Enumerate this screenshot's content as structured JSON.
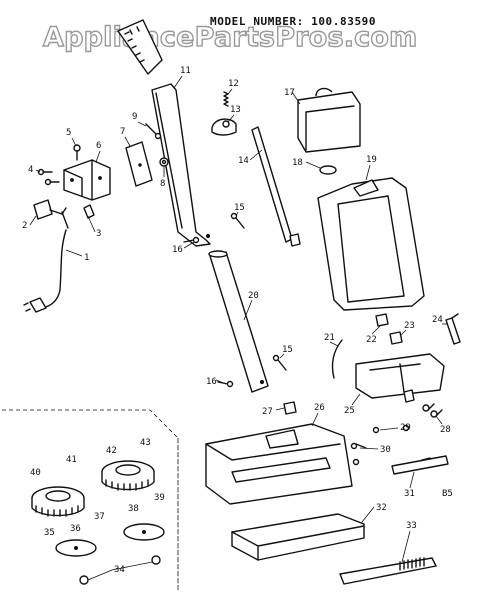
{
  "watermark": "AppliancePartsPros.com",
  "model_label": "MODEL NUMBER: 100.83590",
  "diagram_code": "B5",
  "parts": [
    {
      "id": "1"
    },
    {
      "id": "2"
    },
    {
      "id": "3"
    },
    {
      "id": "4"
    },
    {
      "id": "5"
    },
    {
      "id": "6"
    },
    {
      "id": "7"
    },
    {
      "id": "8"
    },
    {
      "id": "9"
    },
    {
      "id": "11"
    },
    {
      "id": "12"
    },
    {
      "id": "13"
    },
    {
      "id": "14"
    },
    {
      "id": "15"
    },
    {
      "id": "16"
    },
    {
      "id": "17"
    },
    {
      "id": "18"
    },
    {
      "id": "19"
    },
    {
      "id": "20"
    },
    {
      "id": "21"
    },
    {
      "id": "22"
    },
    {
      "id": "23"
    },
    {
      "id": "24"
    },
    {
      "id": "25"
    },
    {
      "id": "26"
    },
    {
      "id": "27"
    },
    {
      "id": "28"
    },
    {
      "id": "29"
    },
    {
      "id": "30"
    },
    {
      "id": "31"
    },
    {
      "id": "32"
    },
    {
      "id": "33"
    },
    {
      "id": "34"
    },
    {
      "id": "35"
    },
    {
      "id": "36"
    },
    {
      "id": "37"
    },
    {
      "id": "38"
    },
    {
      "id": "39"
    },
    {
      "id": "40"
    },
    {
      "id": "41"
    },
    {
      "id": "42"
    },
    {
      "id": "43"
    }
  ],
  "callouts": [
    {
      "part": "1",
      "text": "1"
    },
    {
      "part": "2",
      "text": "2"
    },
    {
      "part": "3",
      "text": "3"
    },
    {
      "part": "4",
      "text": "4"
    },
    {
      "part": "5",
      "text": "5"
    },
    {
      "part": "6",
      "text": "6"
    },
    {
      "part": "7",
      "text": "7"
    },
    {
      "part": "8",
      "text": "8"
    },
    {
      "part": "9",
      "text": "9"
    },
    {
      "part": "11",
      "text": "11"
    },
    {
      "part": "12",
      "text": "12"
    },
    {
      "part": "13",
      "text": "13"
    },
    {
      "part": "14",
      "text": "14"
    },
    {
      "part": "15",
      "text": "15"
    },
    {
      "part": "15",
      "text": "15"
    },
    {
      "part": "16",
      "text": "16"
    },
    {
      "part": "16",
      "text": "16"
    },
    {
      "part": "17",
      "text": "17"
    },
    {
      "part": "18",
      "text": "18"
    },
    {
      "part": "19",
      "text": "19"
    },
    {
      "part": "20",
      "text": "20"
    },
    {
      "part": "21",
      "text": "21"
    },
    {
      "part": "22",
      "text": "22"
    },
    {
      "part": "23",
      "text": "23"
    },
    {
      "part": "24",
      "text": "24"
    },
    {
      "part": "25",
      "text": "25"
    },
    {
      "part": "26",
      "text": "26"
    },
    {
      "part": "27",
      "text": "27"
    },
    {
      "part": "28",
      "text": "28"
    },
    {
      "part": "29",
      "text": "29"
    },
    {
      "part": "30",
      "text": "30"
    },
    {
      "part": "31",
      "text": "31"
    },
    {
      "part": "32",
      "text": "32"
    },
    {
      "part": "33",
      "text": "33"
    },
    {
      "part": "34",
      "text": "34"
    },
    {
      "part": "35",
      "text": "35"
    },
    {
      "part": "36",
      "text": "36"
    },
    {
      "part": "37",
      "text": "37"
    },
    {
      "part": "38",
      "text": "38"
    },
    {
      "part": "39",
      "text": "39"
    },
    {
      "part": "40",
      "text": "40"
    },
    {
      "part": "41",
      "text": "41"
    },
    {
      "part": "42",
      "text": "42"
    },
    {
      "part": "43",
      "text": "43"
    }
  ]
}
